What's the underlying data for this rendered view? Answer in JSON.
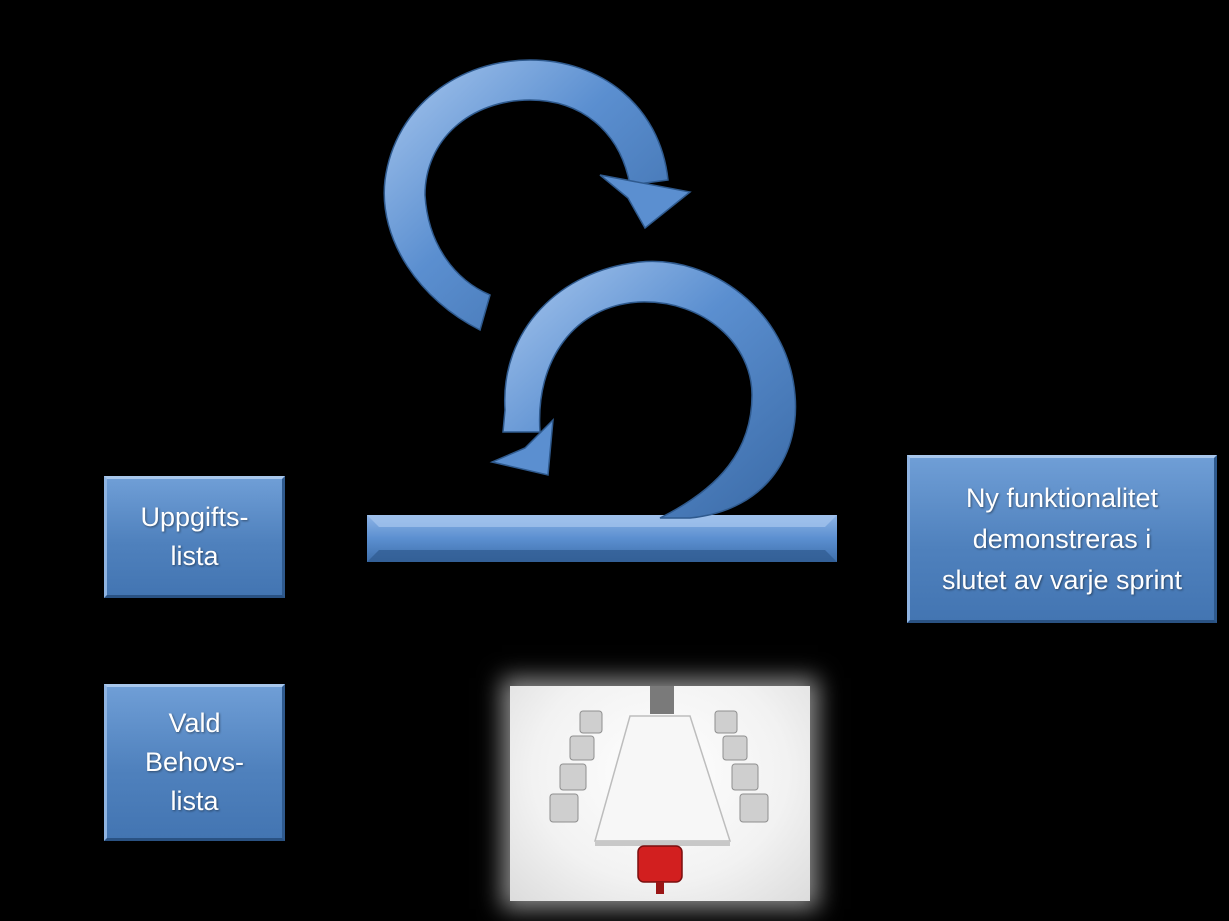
{
  "boxes": {
    "uppgift": "Uppgifts-\nlista",
    "behov": "Vald\nBehovs-\nlista",
    "sprint": "Ny funktionalitet\ndemonstreras i\nslutet av varje sprint"
  },
  "colors": {
    "background": "#000000",
    "box_fill": "#4f81bd",
    "arrow_fill": "#5b8fd0",
    "chair_accent": "#d21f1f"
  },
  "icons": {
    "small_loop": "circular-arrow-icon",
    "large_loop": "circular-arrow-icon",
    "photo": "conference-room-image"
  }
}
